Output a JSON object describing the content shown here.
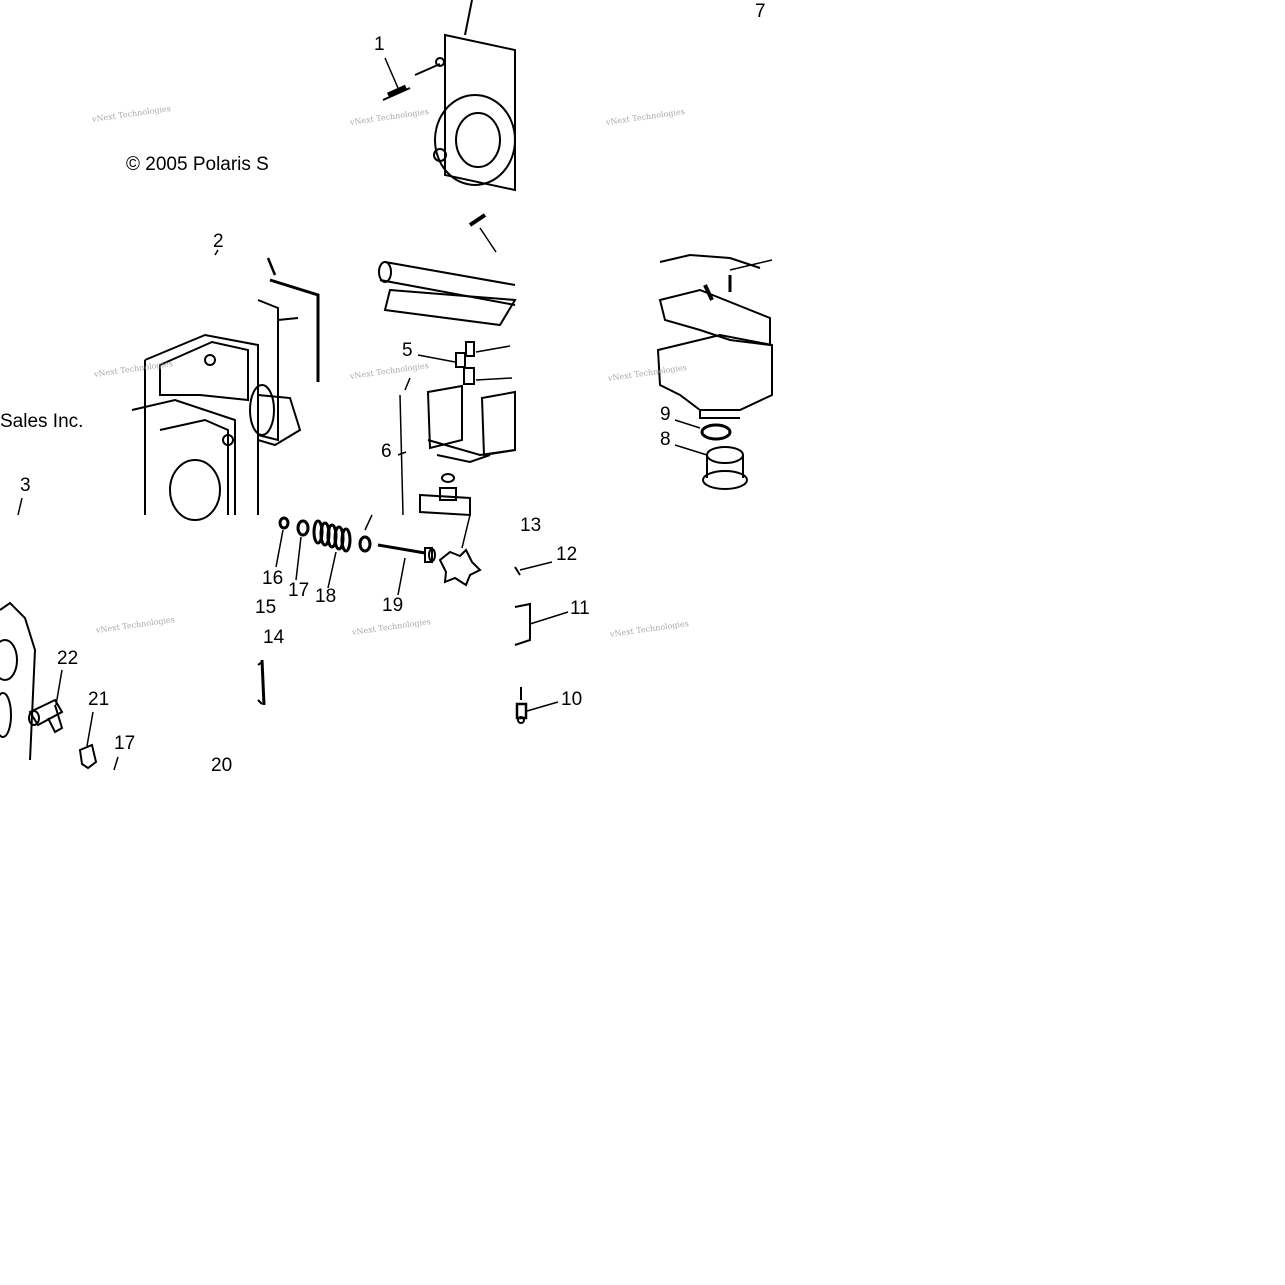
{
  "copyright": {
    "line1": "© 2005 Polaris S",
    "line2": "Sales Inc."
  },
  "watermark": "vNext Technologies",
  "callouts": {
    "n1": "1",
    "n2": "2",
    "n3": "3",
    "n5": "5",
    "n6": "6",
    "n7": "7",
    "n8": "8",
    "n9": "9",
    "n10": "10",
    "n11": "11",
    "n12": "12",
    "n13": "13",
    "n14": "14",
    "n15": "15",
    "n16": "16",
    "n17a": "17",
    "n17b": "17",
    "n18": "18",
    "n19": "19",
    "n20": "20",
    "n21": "21",
    "n22": "22"
  }
}
